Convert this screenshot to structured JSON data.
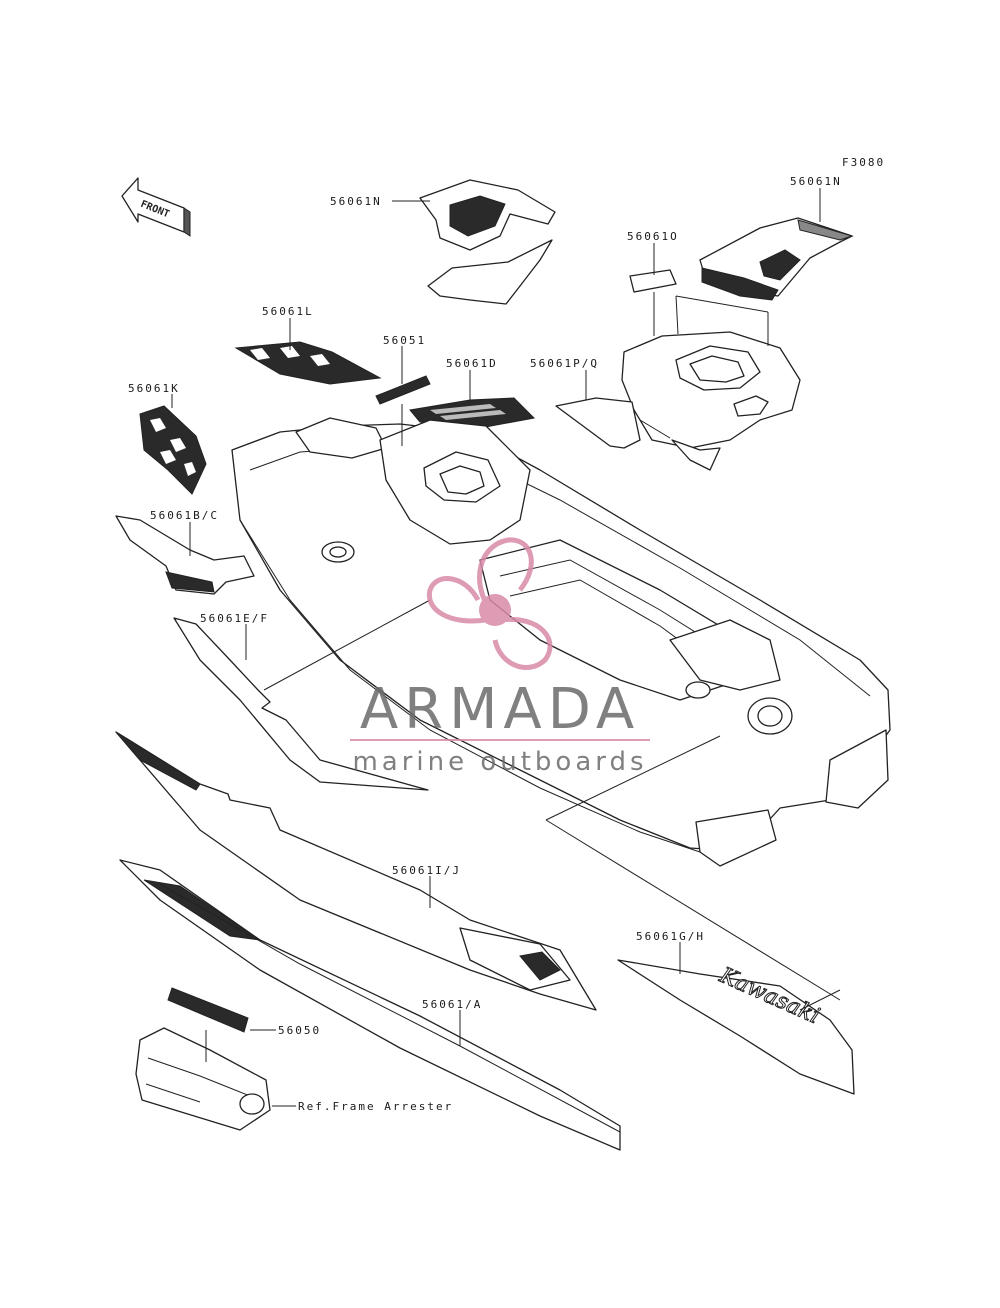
{
  "figure_code": "F3080",
  "front_arrow_label": "FRONT",
  "labels": {
    "p56061N_top": "56061N",
    "p56061N_right": "56061N",
    "p56061O": "56061O",
    "p56061L": "56061L",
    "p56051": "56051",
    "p56061D": "56061D",
    "p56061PQ": "56061P/Q",
    "p56061K": "56061K",
    "p56061BC": "56061B/C",
    "p56061EF": "56061E/F",
    "p56061IJ": "56061I/J",
    "p56061GH": "56061G/H",
    "p56061A": "56061/A",
    "p56050": "56050",
    "ref_frame": "Ref.Frame Arrester"
  },
  "decal_text": "Kawasaki",
  "watermark": {
    "brand": "ARMADA",
    "tagline": "marine outboards",
    "brand_color": "#d98aa8"
  }
}
